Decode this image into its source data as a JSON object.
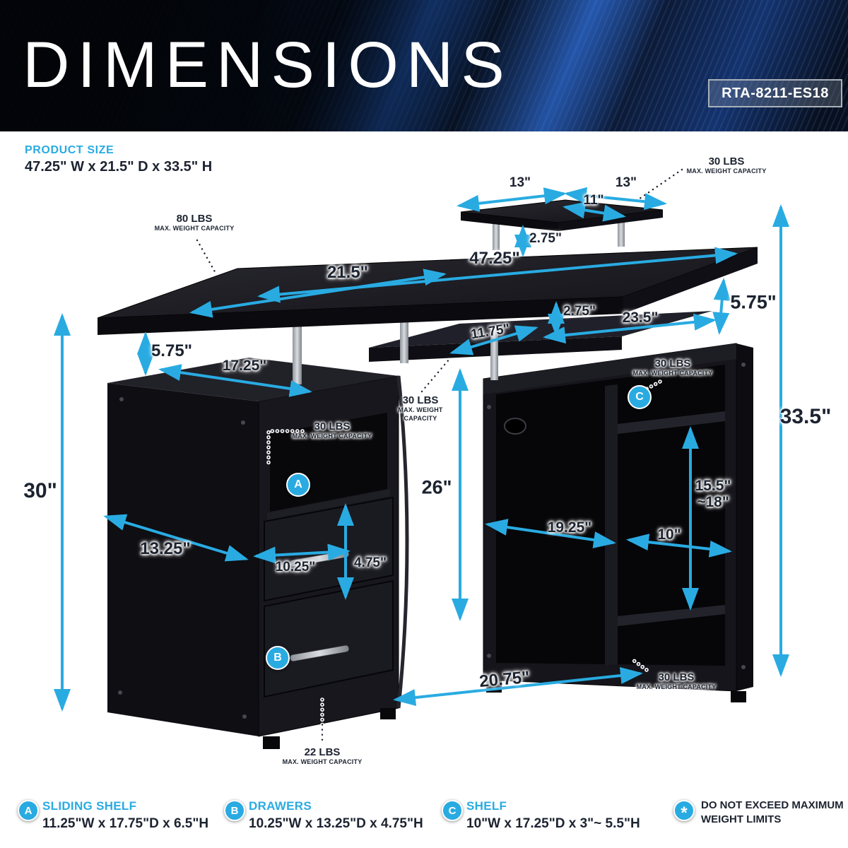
{
  "colors": {
    "accent": "#29abe2",
    "ink": "#1c2330",
    "header_bg": "#05080f"
  },
  "header": {
    "title": "DIMENSIONS",
    "model_badge": "RTA-8211-ES18"
  },
  "product_size": {
    "label": "PRODUCT SIZE",
    "value": "47.25\" W x 21.5\" D x 33.5\" H"
  },
  "diagram": {
    "measurements": {
      "top_shelf_left": "13\"",
      "top_shelf_right": "13\"",
      "top_shelf_side": "11\"",
      "riser_height": "2.75\"",
      "desk_depth": "21.5\"",
      "desk_width": "47.25\"",
      "desktop_to_tray_right": "5.75\"",
      "tray_clearance": "2.75\"",
      "tray_width": "23.5\"",
      "tray_depth": "11.75\"",
      "desktop_to_cabinet_left": "5.75\"",
      "left_cabinet_top_depth": "17.25\"",
      "floor_to_desktop": "30\"",
      "left_cabinet_depth": "13.25\"",
      "drawer_width": "10.25\"",
      "drawer_height": "4.75\"",
      "under_desk_clearance": "26\"",
      "right_cabinet_width": "19.25\"",
      "right_shelf_width": "10\"",
      "right_shelf_height_min": "15.5\"",
      "right_shelf_height_max": "~18\"",
      "total_height": "33.5\"",
      "cabinet_gap_span": "20.75\""
    },
    "weight_labels": {
      "monitor_shelf": {
        "value": "30 LBS",
        "note": "MAX. WEIGHT CAPACITY"
      },
      "desktop": {
        "value": "80 LBS",
        "note": "MAX. WEIGHT CAPACITY"
      },
      "sliding_shelf": {
        "value": "30 LBS",
        "note_line1": "MAX. WEIGHT",
        "note_line2": "CAPACITY"
      },
      "upper_shelf_c": {
        "value": "30 LBS",
        "note": "MAX. WEIGHT CAPACITY"
      },
      "open_shelf_a": {
        "value": "30 LBS",
        "note": "MAX. WEIGHT CAPACITY"
      },
      "lower_shelf": {
        "value": "30 LBS",
        "note": "MAX. WEIGHT CAPACITY"
      },
      "drawers": {
        "value": "22 LBS",
        "note": "MAX. WEIGHT CAPACITY"
      }
    },
    "markers": {
      "a": "A",
      "b": "B",
      "c": "C"
    }
  },
  "legend": {
    "items": [
      {
        "marker": "A",
        "title": "SLIDING SHELF",
        "dims": "11.25\"W x 17.75\"D x 6.5\"H"
      },
      {
        "marker": "B",
        "title": "DRAWERS",
        "dims": "10.25\"W x 13.25\"D x 4.75\"H"
      },
      {
        "marker": "C",
        "title": "SHELF",
        "dims": "10\"W x 17.25\"D x 3\"~ 5.5\"H"
      }
    ],
    "warning": {
      "marker": "*",
      "text": "DO NOT EXCEED MAXIMUM WEIGHT LIMITS"
    }
  }
}
